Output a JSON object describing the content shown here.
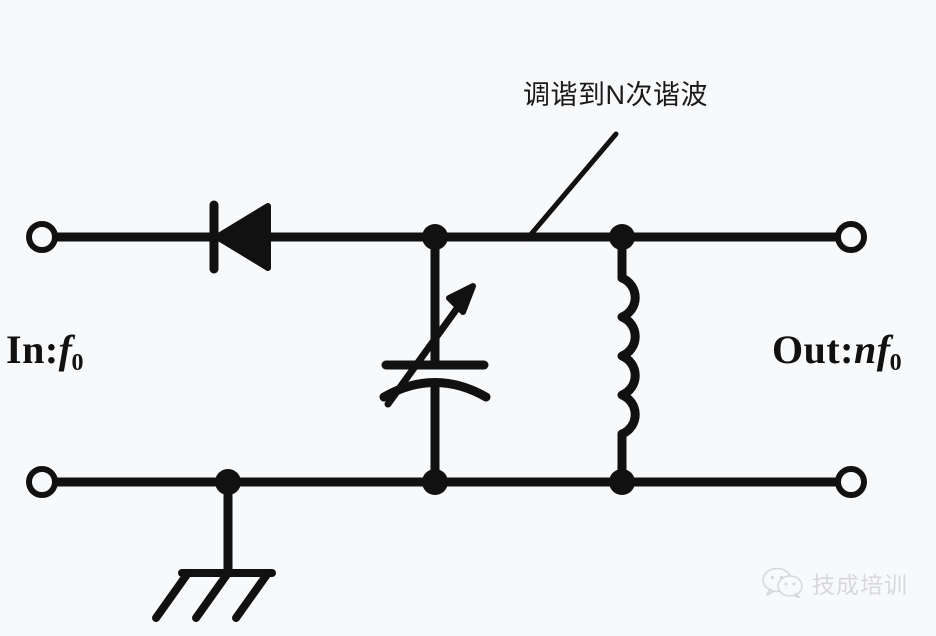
{
  "figure": {
    "kind": "schematic",
    "title": "Frequency multiplier circuit schematic",
    "background_color": "#f8f9fb",
    "ink_color": "#111111"
  },
  "labels": {
    "input": {
      "prefix": "In:",
      "variable": "f",
      "subscript": "0"
    },
    "output": {
      "prefix": "Out:",
      "coefficient": "n",
      "variable": "f",
      "subscript": "0"
    },
    "annotation": "调谐到N次谐波"
  },
  "components": [
    {
      "id": "input-terminal-top",
      "name": "input-terminal-top",
      "type": "terminal"
    },
    {
      "id": "input-terminal-bottom",
      "name": "input-terminal-bottom",
      "type": "terminal"
    },
    {
      "id": "output-terminal-top",
      "name": "output-terminal-top",
      "type": "terminal"
    },
    {
      "id": "output-terminal-bottom",
      "name": "output-terminal-bottom",
      "type": "terminal"
    },
    {
      "id": "diode",
      "name": "diode",
      "type": "diode",
      "orientation": "cathode-left"
    },
    {
      "id": "variable-capacitor",
      "name": "variable-capacitor",
      "type": "variable-capacitor"
    },
    {
      "id": "inductor",
      "name": "inductor",
      "type": "inductor",
      "turns": "4"
    },
    {
      "id": "ground",
      "name": "ground",
      "type": "chassis-ground"
    }
  ],
  "junctions": [
    {
      "name": "junction-top-capacitor"
    },
    {
      "name": "junction-top-inductor"
    },
    {
      "name": "junction-bottom-ground"
    },
    {
      "name": "junction-bottom-capacitor"
    },
    {
      "name": "junction-bottom-inductor"
    }
  ],
  "watermark": {
    "text": "技成培训",
    "icon": "wechat-icon",
    "color": "#8e8e93"
  }
}
